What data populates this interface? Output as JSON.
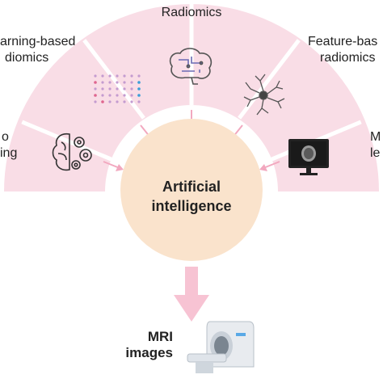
{
  "labels": {
    "top": "Radiomics",
    "upper_left_1": "arning-based",
    "upper_left_2": "diomics",
    "upper_right_1": "Feature-bas",
    "upper_right_2": "radiomics",
    "left_1": "o",
    "left_2": "ing",
    "right_1": "M",
    "right_2": "le"
  },
  "center": {
    "line1": "Artificial",
    "line2": "intelligence"
  },
  "bottom": {
    "line1": "MRI",
    "line2": "images"
  },
  "icons": [
    "brain-gears-icon",
    "dot-matrix-icon",
    "brain-circuit-icon",
    "neuron-icon",
    "monitor-scan-icon"
  ],
  "colors": {
    "arc_fill": "#f9dde6",
    "center_fill": "#fae3cc",
    "arrow": "#f2a8bf",
    "divider": "#ffffff"
  }
}
